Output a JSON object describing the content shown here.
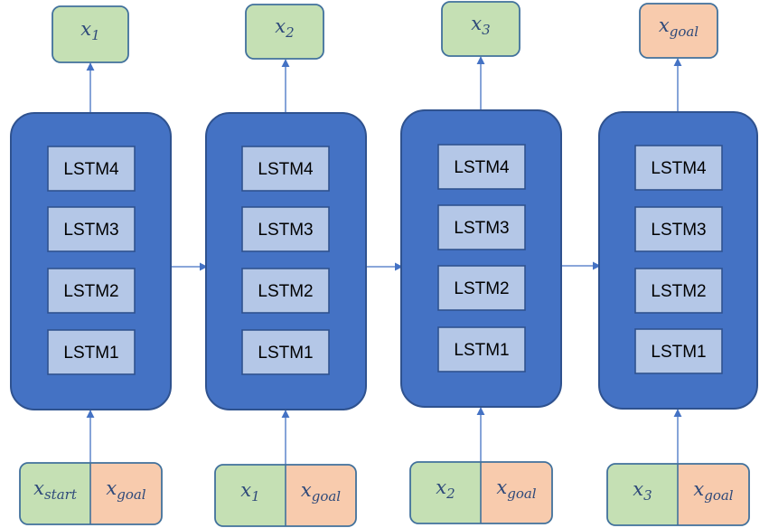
{
  "colors": {
    "block_fill": "#4472c4",
    "block_stroke": "#2f528f",
    "layer_fill": "#b4c7e7",
    "layer_stroke": "#2f528f",
    "green": "#c5e0b4",
    "orange": "#f8cbad",
    "box_stroke": "#41719c",
    "arrow": "#4472c4"
  },
  "steps": [
    {
      "layers": [
        "LSTM4",
        "LSTM3",
        "LSTM2",
        "LSTM1"
      ],
      "output": {
        "base": "x",
        "sub": "1",
        "color": "green"
      },
      "input": [
        {
          "base": "x",
          "sub": "start",
          "color": "green"
        },
        {
          "base": "x",
          "sub": "goal",
          "color": "orange"
        }
      ]
    },
    {
      "layers": [
        "LSTM4",
        "LSTM3",
        "LSTM2",
        "LSTM1"
      ],
      "output": {
        "base": "x",
        "sub": "2",
        "color": "green"
      },
      "input": [
        {
          "base": "x",
          "sub": "1",
          "color": "green"
        },
        {
          "base": "x",
          "sub": "goal",
          "color": "orange"
        }
      ]
    },
    {
      "layers": [
        "LSTM4",
        "LSTM3",
        "LSTM2",
        "LSTM1"
      ],
      "output": {
        "base": "x",
        "sub": "3",
        "color": "green"
      },
      "input": [
        {
          "base": "x",
          "sub": "2",
          "color": "green"
        },
        {
          "base": "x",
          "sub": "goal",
          "color": "orange"
        }
      ]
    },
    {
      "layers": [
        "LSTM4",
        "LSTM3",
        "LSTM2",
        "LSTM1"
      ],
      "output": {
        "base": "x",
        "sub": "goal",
        "color": "orange"
      },
      "input": [
        {
          "base": "x",
          "sub": "3",
          "color": "green"
        },
        {
          "base": "x",
          "sub": "goal",
          "color": "orange"
        }
      ]
    }
  ]
}
